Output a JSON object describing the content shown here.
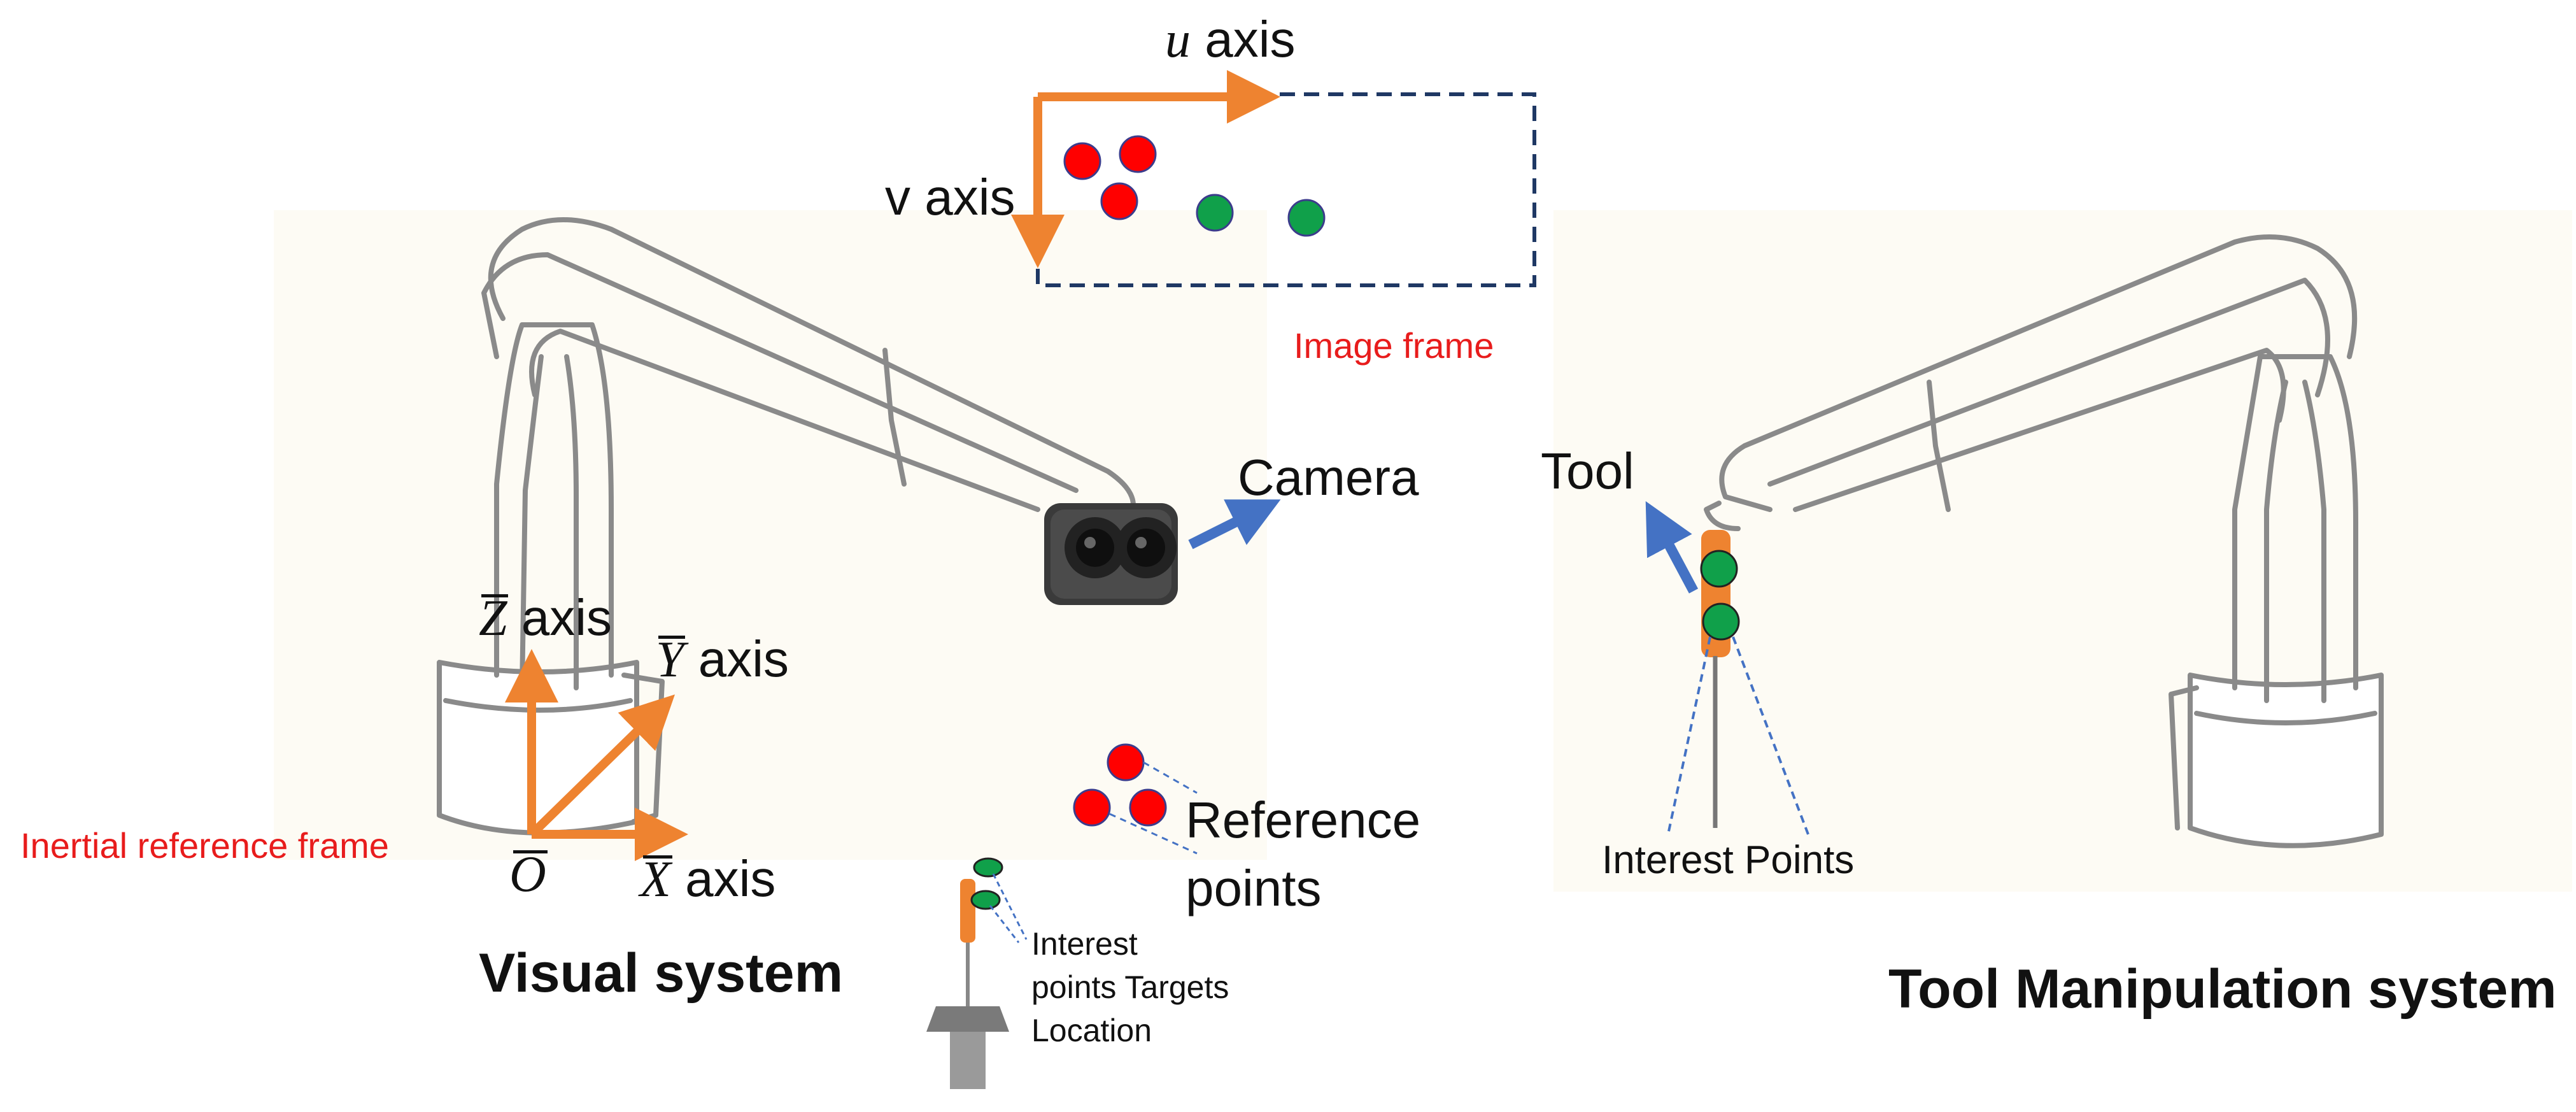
{
  "image_frame": {
    "u_symbol": "u",
    "v_symbol": "v",
    "u_axis_word": "axis",
    "v_axis_word": "axis",
    "caption": "Image frame"
  },
  "visual_system": {
    "title": "Visual system",
    "camera_label": "Camera",
    "inertial_label": "Inertial reference frame",
    "z_symbol": "Z",
    "y_symbol": "Y",
    "x_symbol": "X",
    "origin_symbol": "O",
    "axis_word": "axis"
  },
  "targets": {
    "reference_label_line1": "Reference",
    "reference_label_line2": "points",
    "interest_targets_line1": "Interest",
    "interest_targets_line2": "points Targets",
    "interest_targets_line3": "Location"
  },
  "tool_system": {
    "title": "Tool Manipulation system",
    "tool_label": "Tool",
    "interest_points_label": "Interest Points"
  },
  "colors": {
    "axis_orange": "#ee8330",
    "pointer_blue": "#4472c4",
    "frame_dash": "#1f3864",
    "reference_red": "#ff0000",
    "interest_green": "#10a04a",
    "label_red": "#e81c1c"
  }
}
